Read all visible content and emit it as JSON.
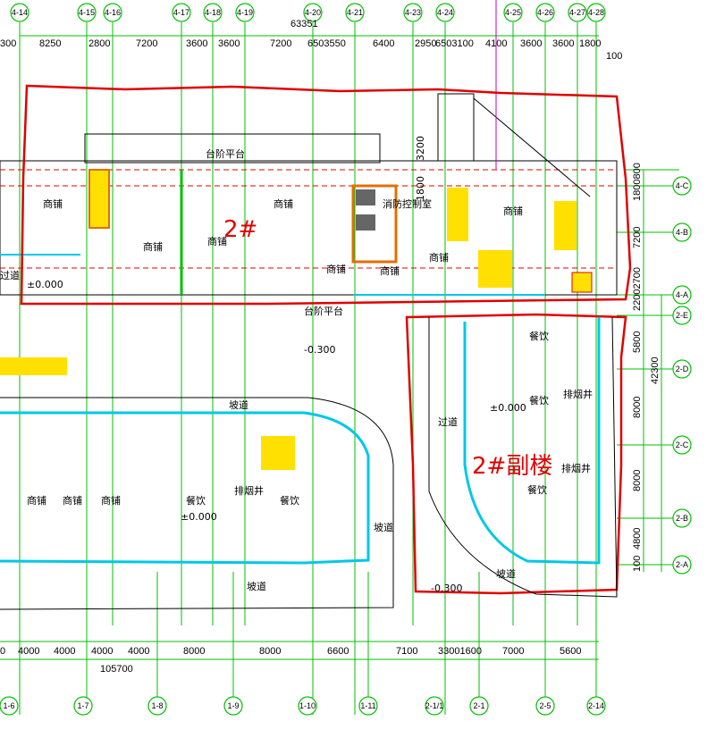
{
  "colors": {
    "grid": "#00c000",
    "boundary": "#e00000",
    "glazing": "#00c8e6",
    "stair": "#ffe000",
    "core": "#e07000",
    "text": "#000000"
  },
  "axes_top": [
    "4-14",
    "4-15",
    "4-16",
    "4-17",
    "4-18",
    "4-19",
    "4-20",
    "4-21",
    "4-23",
    "4-24",
    "4-25",
    "4-26",
    "4-27",
    "4-28"
  ],
  "axes_bottom": [
    "1-6",
    "1-7",
    "1-8",
    "1-9",
    "1-10",
    "1-11",
    "2-1/1",
    "2-1",
    "2-5",
    "2-14"
  ],
  "axes_right": [
    "4-C",
    "4-B",
    "4-A",
    "2-E",
    "2-D",
    "2-C",
    "2-B",
    "2-A"
  ],
  "dims_top": {
    "total": "63351",
    "segments": [
      "300",
      "8250",
      "2800",
      "7200",
      "3600",
      "3600",
      "7200",
      "6503550",
      "6400",
      "2950",
      "6503100",
      "4100",
      "3600",
      "3600",
      "1800"
    ],
    "end": "100"
  },
  "dims_bottom": {
    "segments": [
      "0",
      "4000",
      "4000",
      "4000",
      "4000",
      "8000",
      "8000",
      "6600",
      "7100",
      "33001600",
      "7000",
      "5600"
    ],
    "total": "105700"
  },
  "dims_right": {
    "segments": [
      "1800800",
      "7200",
      "22002700",
      "5800",
      "8000",
      "8000",
      "4800",
      "100"
    ],
    "total": "42300"
  },
  "labels": {
    "bldg_main": "2#",
    "bldg_annex": "2#副楼",
    "shop": "商铺",
    "dining": "餐饮",
    "terrace_top": "台阶平台",
    "terrace_mid": "台阶平台",
    "fire_control": "消防控制室",
    "ramp": "坡道",
    "corridor": "过道",
    "smoke_shaft": "排烟井",
    "level_0": "±0.000",
    "level_neg": "-0.300",
    "elev_3200": "3200",
    "elev_1800": "1800"
  }
}
